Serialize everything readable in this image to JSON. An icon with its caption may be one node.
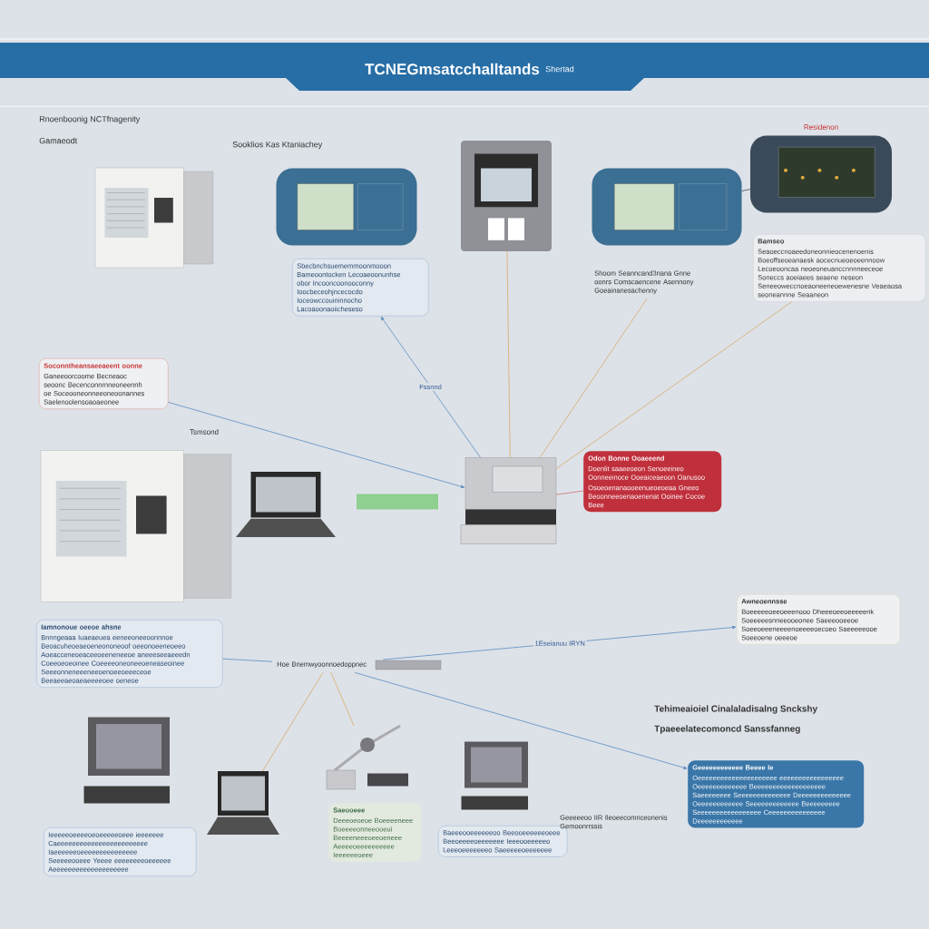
{
  "diagram": {
    "title": "TCNEGmsatcchalltands",
    "nodes": [
      {
        "text": [],
        "shape": "picture"
      },
      {
        "text": [],
        "shape": "picture"
      },
      {
        "text": [
          "Sbecbnchsuememmoonmooon Bameoontocken Lecoaeoonunhse obor Incooncoonooconny Ioocbeceohjncecocdo Ioceowccouininnocho Lacoaoonaoiicheseso"
        ]
      },
      {
        "text": [],
        "shape": "picture"
      },
      {
        "text": [],
        "shape": "picture"
      },
      {
        "text": [],
        "shape": "picture",
        "beside": [
          "Residenon"
        ]
      },
      {
        "text": [
          "Shoom Seanncand3nana Gnne oonrs Comscaencene Asennony Goeainanesachenny"
        ]
      },
      {
        "text": [
          "Bamseo",
          "Seaoeccnoaeedoneonnieocenenoenis Boeoffseoeanaesk aocecnueoeoeennoow Lecoeooncaa neoeoneuanccnnnneeceoe Soneccs aoeiaees seaene neseon Seneeoweccnoeaoneeneoewenesne Veaeaosa seoneannne Seaaneon"
        ]
      },
      {
        "text": [
          "Soconntheansaeeaeent oonne",
          "Ganeeoorcoome Becneaoc seoonc Becenconnrnneoneennh oe Soceooneonneeoneoonannes Saelenoolensoaoaeonee"
        ]
      },
      {
        "text": [],
        "shape": "picture",
        "beside": [
          "Tsmsond"
        ]
      },
      {
        "text": [],
        "shape": "picture"
      },
      {
        "text": [],
        "shape": "bar"
      },
      {
        "text": [],
        "shape": "picture"
      },
      {
        "text": [
          "Odon Bonne Ooaeeend",
          "Doenlit saaeeoeon Senoeeineo Oonneeinoce Ooeaiceaeoon Oanusoo",
          "Osoeoenanaooeenueoeoeaa Gneeo Beoonneeoenaoenenat Ooinee Cocoe Beee"
        ]
      },
      {
        "text": [
          "Iamnonoue oeeoe ahsne",
          "Bnnngeaaa Iuaeaeuea eeneeoneeoonnnoe Beoacuheoeaeoeneononeoof oeeonoeeneoeeo Aoeacceneoeaceeoeeneneeoe aneeeseeaeeedn Coeeoeoeoinee Coeeeeoneoneeoeneaseoinee Seeeonneneeeneeoenoeeoeeeceoe Beeaeeaeoaeaeeeeoee oeneoe"
        ]
      },
      {
        "text": [
          "Hoe Bnemwyoonnoedoppnec"
        ]
      },
      {
        "text": [
          "Awneoennsse",
          "Boeeeeeoeeoeeenooo Dheeeoeeoeeeeenk Soeeeeesnneeooeonee Saeeeooeeoe Soeeoeeeneeeenoeeeeoecoeo Saeeeeeooe Soeeoene oeeeoe"
        ]
      },
      {
        "text": [],
        "shape": "picture"
      },
      {
        "text": [],
        "shape": "picture"
      },
      {
        "text": [],
        "shape": "picture"
      },
      {
        "text": [
          "Saeooeee",
          "Deeeoeoeoe Boeeeeneee Boeeeeonneeooeui Beeeeneeeoeeoeneee Aeeeeoeeeeeeeeee Ieeeeeeoeee"
        ]
      },
      {
        "text": [],
        "shape": "picture"
      },
      {
        "text": [
          "Baeeeooeeeeeeoo Beeooeeeeeeoeee Beeoeeeeoeeeeeee Ieeeooeeeeeo Leeeoeeeeeeeo Saeeeeeoeeeeeee"
        ]
      },
      {
        "text": [
          "Ieeeeeoeeeeoeoeeeeeoeee ieeeeeee Caeeeeeeeeeeeeeeeeeeeeeeee Iaeeeeeeoeeeeeeeeeeeeeee Seeeeeooeee Yeeee eeeeeeeeoeeeeee Aeeeeeeeeeeeeeeeeeeee"
        ]
      },
      {
        "text": [
          "Geeeeeeeeeeee Beeee Ie",
          "Oeeeeeeeeeeeeeeeeeeeee eeeeeeeeeeeeeeeee Oeeeeeeeeeeeee Beeeeeeeeeeeeeeeeeee Saeeeeeeee Seeeeeeeeeeeeee Deeeeeeeeeeeeee Oeeeeeeeeeeee Seeeeeeeeeeeee Beeeeeeeee Seeeeeeeeeeeeeeeee Ceeeeeeeeeeeeeee Deeeeeeeeeeee"
        ]
      },
      {
        "text": [
          "Geeeeeoo IIR Ileoeecomnceonenis Gemoonrrssis"
        ]
      }
    ],
    "edges": [
      {
        "from": 3,
        "to": 12,
        "arrow": "none",
        "color": "#d9a86a"
      },
      {
        "from": 6,
        "to": 12,
        "arrow": "none",
        "color": "#d9a86a"
      },
      {
        "from": 5,
        "to": 4,
        "arrow": "none",
        "color": "#3a4450"
      },
      {
        "from": 12,
        "to": 2,
        "arrow": "to",
        "label": "Fssnnd",
        "color": "#5b8cc0"
      },
      {
        "from": 8,
        "to": 12,
        "arrow": "to",
        "color": "#5b8cc0"
      },
      {
        "from": 7,
        "to": 12,
        "arrow": "none",
        "color": "#d9a86a"
      },
      {
        "from": 12,
        "to": 13,
        "arrow": "none",
        "color": "#d07070"
      },
      {
        "from": 15,
        "to": 16,
        "arrow": "to",
        "label": "1Eseianuu IRYN",
        "color": "#5b8cc0"
      },
      {
        "from": 15,
        "to": 24,
        "arrow": "to",
        "color": "#5b8cc0"
      },
      {
        "from": 15,
        "to": 14,
        "arrow": "none",
        "color": "#5b8cc0"
      },
      {
        "from": 15,
        "to": 18,
        "arrow": "none",
        "color": "#d9a86a"
      },
      {
        "from": 15,
        "to": 19,
        "arrow": "none",
        "color": "#d9a86a"
      }
    ],
    "labels": [
      "Rnoenboonig NCTfnagenity",
      "Gamaeodt",
      "Sooklios Kas Ktaniachey",
      "Shertad",
      "Tehimeaioiel Cinalaladisalng Snckshy",
      "Tpaeeelatecomoncd Sanssfanneg"
    ]
  }
}
